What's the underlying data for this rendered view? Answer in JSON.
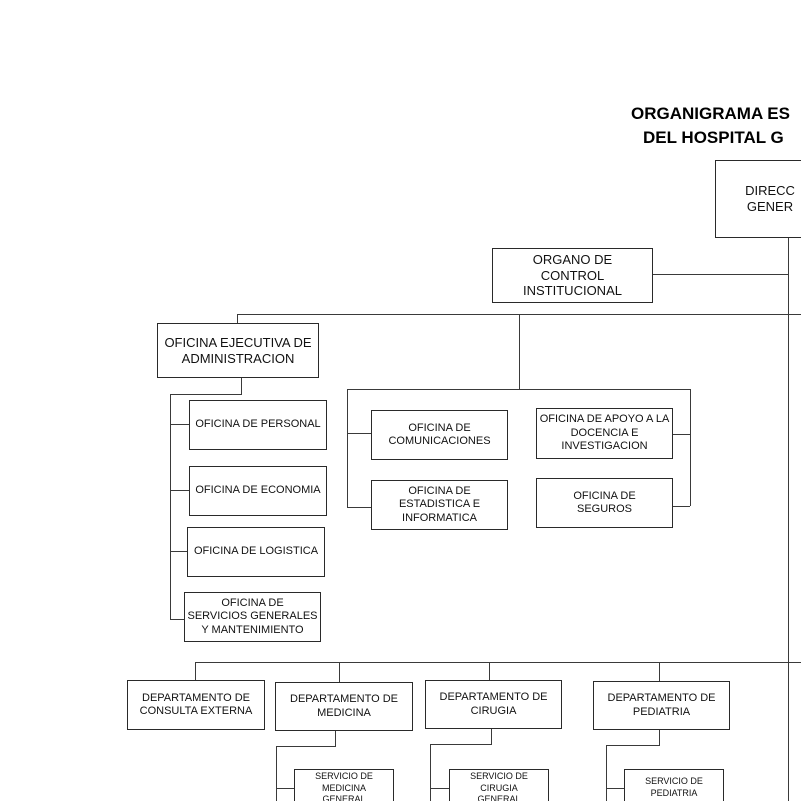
{
  "title": {
    "line1": "ORGANIGRAMA ES",
    "line2": "DEL HOSPITAL  G"
  },
  "nodes": {
    "direccion": "DIRECC\nGENER",
    "organo_control": "ORGANO DE\nCONTROL\nINSTITUCIONAL",
    "of_ejecutiva_admin": "OFICINA EJECUTIVA DE\nADMINISTRACION",
    "of_personal": "OFICINA DE PERSONAL",
    "of_economia": "OFICINA DE ECONOMIA",
    "of_logistica": "OFICINA DE LOGISTICA",
    "of_servicios_generales": "OFICINA DE\nSERVICIOS  GENERALES\nY MANTENIMIENTO",
    "of_comunicaciones": "OFICINA DE\nCOMUNICACIONES",
    "of_apoyo_docencia": "OFICINA DE APOYO A LA\nDOCENCIA E\nINVESTIGACION",
    "of_estadistica": "OFICINA DE\nESTADISTICA E\nINFORMATICA",
    "of_seguros": "OFICINA DE\nSEGUROS",
    "dep_consulta_externa": "DEPARTAMENTO DE\nCONSULTA EXTERNA",
    "dep_medicina": "DEPARTAMENTO DE\nMEDICINA",
    "dep_cirugia": "DEPARTAMENTO DE\nCIRUGIA",
    "dep_pediatria": "DEPARTAMENTO DE\nPEDIATRIA",
    "serv_medicina_general": "SERVICIO  DE\nMEDICINA\nGENERAL",
    "serv_cirugia_general": "SERVICIO DE\nCIRUGIA\nGENERAL",
    "serv_pediatria": "SERVICIO  DE\nPEDIATRIA"
  }
}
